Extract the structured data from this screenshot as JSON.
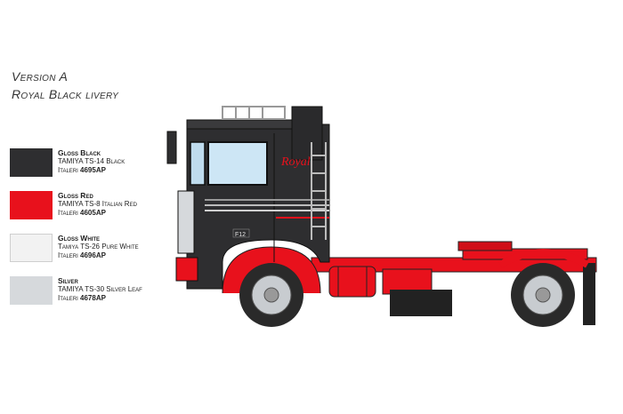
{
  "header": {
    "version": "Version A",
    "livery": "Royal Black livery"
  },
  "colors": [
    {
      "name": "Gloss Black",
      "line1": "TAMIYA TS-14 Black",
      "brand2": "Italeri",
      "code2": "4695AP",
      "swatch": "#2e2e30"
    },
    {
      "name": "Gloss Red",
      "line1": "TAMIYA TS-8 Italian Red",
      "brand2": "Italeri",
      "code2": "4605AP",
      "swatch": "#e8111c"
    },
    {
      "name": "Gloss White",
      "line1": "Tamiya TS-26 Pure White",
      "brand2": "Italeri",
      "code2": "4696AP",
      "swatch": "#f2f2f2"
    },
    {
      "name": "Silver",
      "line1": "TAMIYA TS-30 Silver Leaf",
      "brand2": "Italeri",
      "code2": "4678AP",
      "swatch": "#d6d9dc"
    }
  ],
  "truck": {
    "cab_badge": "F12",
    "logo_script": "Royal"
  }
}
